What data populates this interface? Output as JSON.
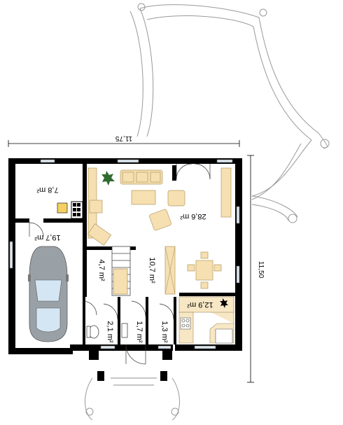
{
  "plan": {
    "dimension_width": "11,75",
    "dimension_depth": "11,50",
    "rooms": [
      {
        "id": "boiler",
        "label": "7,8 m²"
      },
      {
        "id": "garage",
        "label": "19,7 m²"
      },
      {
        "id": "living",
        "label": "28,6 m²"
      },
      {
        "id": "stairs",
        "label": "4,7 m²"
      },
      {
        "id": "hall",
        "label": "10,7 m²"
      },
      {
        "id": "kitchen",
        "label": "12,9 m²"
      },
      {
        "id": "wc",
        "label": "2,1 m²"
      },
      {
        "id": "vestibule",
        "label": "1,7 m²"
      },
      {
        "id": "closet",
        "label": "1,3 m²"
      }
    ]
  },
  "colors": {
    "wall": "#000000",
    "furniture": "#f6dfb0",
    "kitchen": "#f7e7c4",
    "window": "#dfe8f0",
    "car": "#9aa1a6"
  }
}
